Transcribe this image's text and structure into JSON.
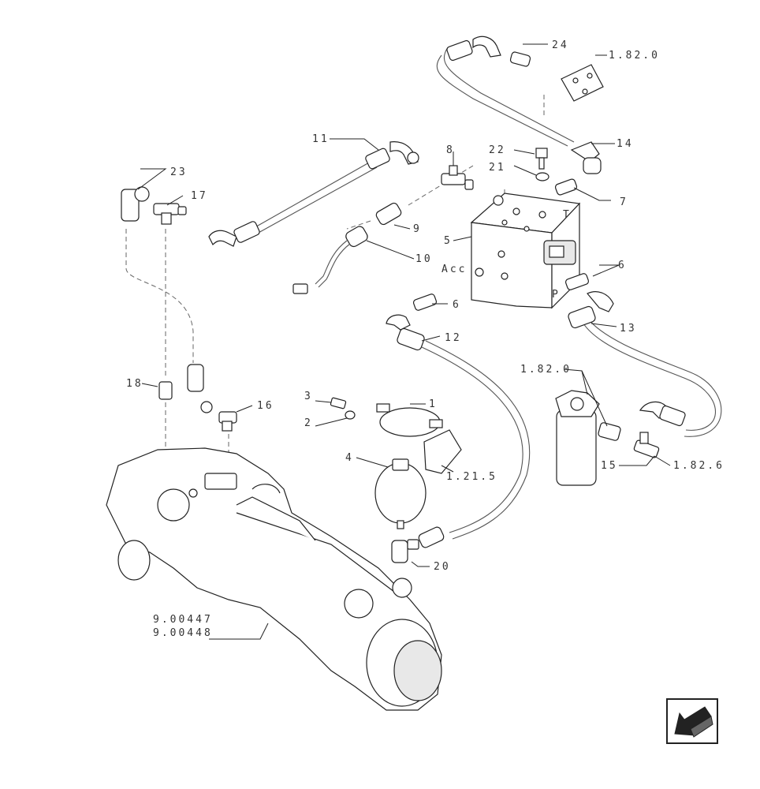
{
  "callouts": {
    "c1": "1",
    "c2": "2",
    "c3": "3",
    "c4": "4",
    "c5": "5",
    "c6a": "6",
    "c6b": "6",
    "c7": "7",
    "c8": "8",
    "c9": "9",
    "c10": "10",
    "c11": "11",
    "c12": "12",
    "c13": "13",
    "c14": "14",
    "c15": "15",
    "c16": "16",
    "c17": "17",
    "c18": "18",
    "c20": "20",
    "c21": "21",
    "c22": "22",
    "c23": "23",
    "c24": "24",
    "ref_1_82_0_top": "1.82.0",
    "ref_1_82_0_filter": "1.82.0",
    "ref_1_82_6": "1.82.6",
    "ref_1_21_5": "1.21.5",
    "ref_9_00447": "9.00447",
    "ref_9_00448": "9.00448"
  },
  "port_labels": {
    "acc": "Acc",
    "t": "T",
    "p": "P"
  },
  "icons": {
    "navigation": "arrow-back-icon"
  }
}
